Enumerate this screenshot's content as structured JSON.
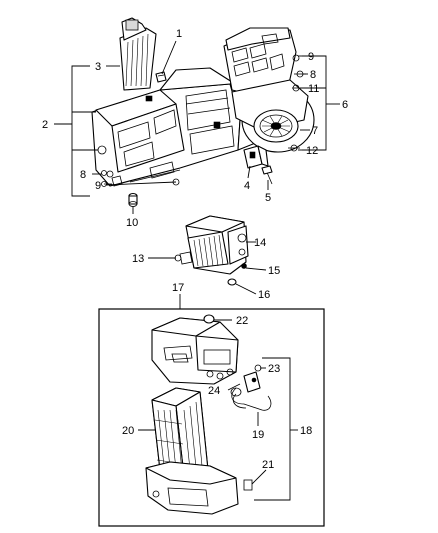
{
  "diagram": {
    "callouts": {
      "c1": "1",
      "c2": "2",
      "c3": "3",
      "c4": "4",
      "c5": "5",
      "c6": "6",
      "c7": "7",
      "c8a": "8",
      "c8b": "8",
      "c9a": "9",
      "c9b": "9",
      "c10": "10",
      "c11": "11",
      "c12": "12",
      "c13": "13",
      "c14": "14",
      "c15": "15",
      "c16": "16",
      "c17": "17",
      "c18": "18",
      "c19": "19",
      "c20": "20",
      "c21": "21",
      "c22": "22",
      "c23": "23",
      "c24": "24"
    }
  }
}
